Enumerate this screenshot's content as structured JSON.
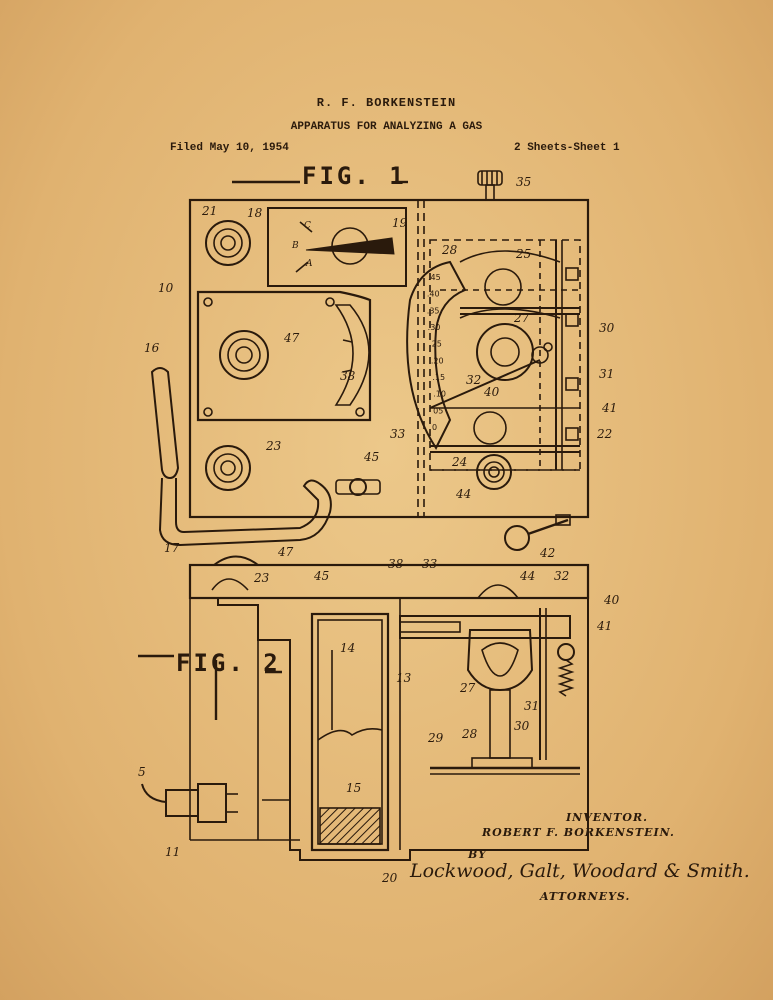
{
  "header": {
    "inventor_name": "R. F. BORKENSTEIN",
    "title": "APPARATUS FOR ANALYZING A GAS",
    "filed": "Filed May 10, 1954",
    "sheets": "2 Sheets-Sheet 1"
  },
  "figures": {
    "fig1_label": "FIG. 1",
    "fig2_label": "FIG. 2"
  },
  "reference_numerals": {
    "fig1": [
      "35",
      "21",
      "18",
      "19",
      "10",
      "25",
      "28",
      "27",
      "30",
      "31",
      "16",
      "47",
      "38",
      "40",
      "32",
      "41",
      "22",
      "33",
      "23",
      "45",
      "24",
      "44",
      "42",
      "17"
    ],
    "fig2": [
      "47",
      "38",
      "23",
      "45",
      "33",
      "44",
      "32",
      "40",
      "41",
      "14",
      "13",
      "27",
      "31",
      "29",
      "28",
      "30",
      "15",
      "5",
      "11",
      "20"
    ]
  },
  "dial_letters": [
    "A",
    "B",
    "C"
  ],
  "scale_numbers": [
    "0",
    "05",
    ".10",
    ".15",
    ".20",
    ".25",
    ".30",
    ".35",
    ".40",
    ".45"
  ],
  "footer": {
    "inventor_label": "INVENTOR.",
    "inventor_full_name": "ROBERT F. BORKENSTEIN.",
    "by": "BY",
    "signature": "Lockwood, Galt, Woodard & Smith.",
    "attorneys": "ATTORNEYS."
  },
  "colors": {
    "paper": "#e3b878",
    "ink": "#2a1a0c"
  }
}
